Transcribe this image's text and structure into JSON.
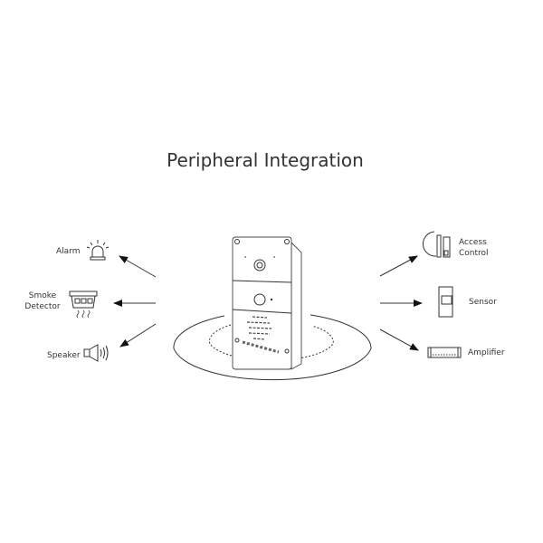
{
  "title": "Peripheral Integration",
  "left_peripherals": [
    {
      "label": "Alarm",
      "icon": "alarm-beacon-icon"
    },
    {
      "label_lines": [
        "Smoke",
        "Detector"
      ],
      "icon": "smoke-detector-icon"
    },
    {
      "label": "Speaker",
      "icon": "speaker-icon"
    }
  ],
  "right_peripherals": [
    {
      "label_lines": [
        "Access",
        "Control"
      ],
      "icon": "access-control-icon"
    },
    {
      "label": "Sensor",
      "icon": "sensor-icon"
    },
    {
      "label": "Amplifier",
      "icon": "amplifier-icon"
    }
  ],
  "colors": {
    "line": "#333333",
    "text": "#333333",
    "background": "#ffffff"
  }
}
